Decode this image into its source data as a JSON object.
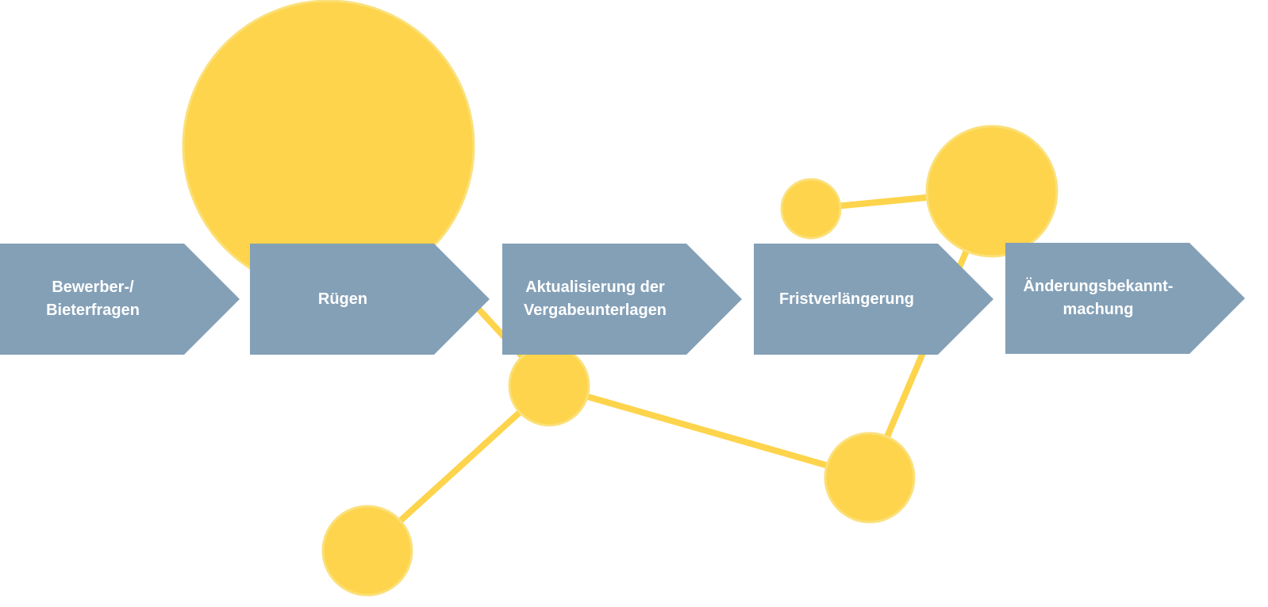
{
  "colors": {
    "node_fill": "#fdd44b",
    "node_stroke": "#fbe07a",
    "arrow_fill": "#84a0b7",
    "label_color": "#ffffff"
  },
  "process": {
    "steps": [
      {
        "label": "Bewerber-/\nBieterfragen"
      },
      {
        "label": "Rügen"
      },
      {
        "label": "Aktualisierung der\nVergabeunterlagen"
      },
      {
        "label": "Fristverlängerung"
      },
      {
        "label": "Änderungsbekannt-\nmachung"
      }
    ]
  }
}
